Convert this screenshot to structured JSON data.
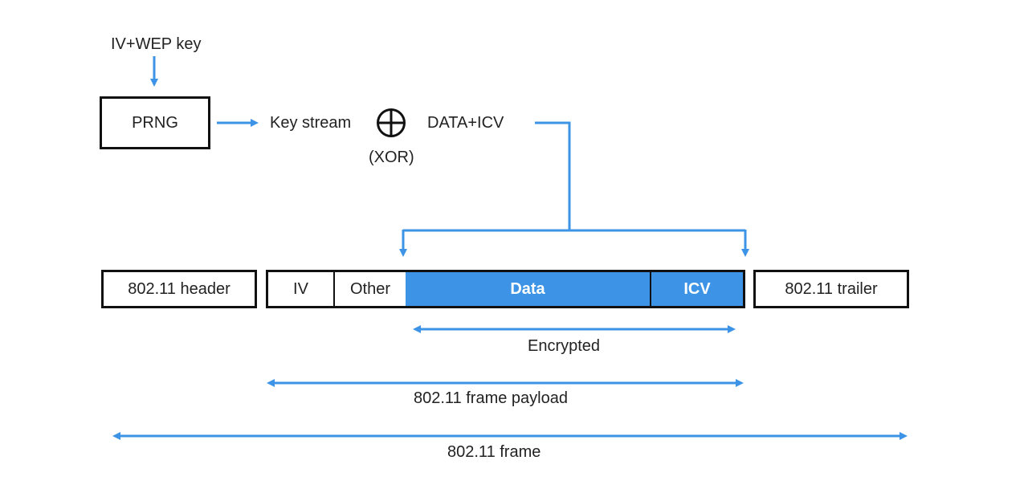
{
  "colors": {
    "accent": "#3d94e6",
    "stroke": "#111111",
    "text": "#222222",
    "filled_text": "#ffffff"
  },
  "input_label": "IV+WEP key",
  "prng_label": "PRNG",
  "key_stream_label": "Key stream",
  "xor_icon": "circled-plus-icon",
  "xor_label": "(XOR)",
  "data_icv_label": "DATA+ICV",
  "frame": {
    "header_label": "802.11 header",
    "payload_segments": [
      {
        "label": "IV",
        "filled": false
      },
      {
        "label": "Other",
        "filled": false
      },
      {
        "label": "Data",
        "filled": true
      },
      {
        "label": "ICV",
        "filled": true
      }
    ],
    "trailer_label": "802.11 trailer"
  },
  "spans": {
    "encrypted_label": "Encrypted",
    "payload_label": "802.11 frame payload",
    "frame_label": "802.11 frame"
  }
}
